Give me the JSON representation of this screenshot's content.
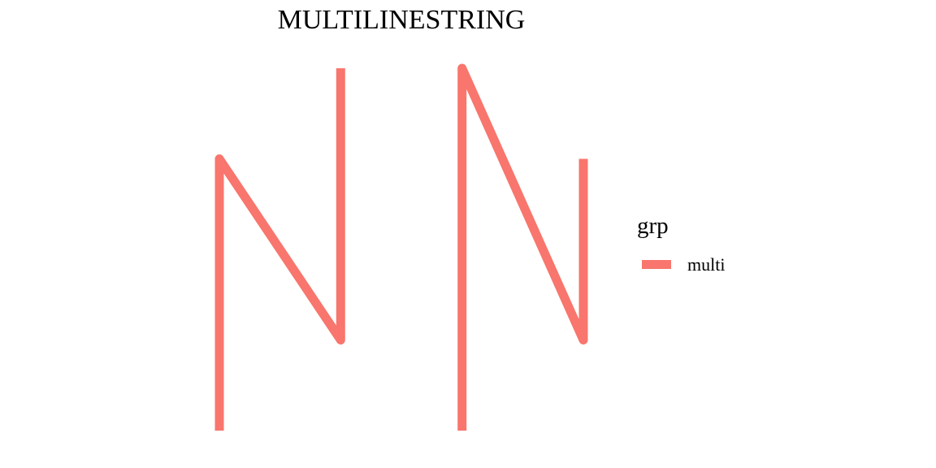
{
  "chart_data": {
    "type": "line",
    "title": "MULTILINESTRING",
    "xlabel": "",
    "ylabel": "",
    "xlim": [
      0.5,
      4.5
    ],
    "ylim": [
      0,
      4
    ],
    "grid": false,
    "axes_visible": false,
    "legend_position": "right",
    "legend": {
      "title": "grp",
      "entries": [
        {
          "label": "multi",
          "color": "#F8766D"
        }
      ]
    },
    "series": [
      {
        "name": "multi",
        "color": "#F8766D",
        "linestrings": [
          {
            "x": [
              1,
              1,
              2,
              2
            ],
            "y": [
              0,
              3,
              1,
              4
            ]
          },
          {
            "x": [
              3,
              3,
              4,
              4
            ],
            "y": [
              0,
              4,
              1,
              3
            ]
          }
        ]
      }
    ]
  }
}
